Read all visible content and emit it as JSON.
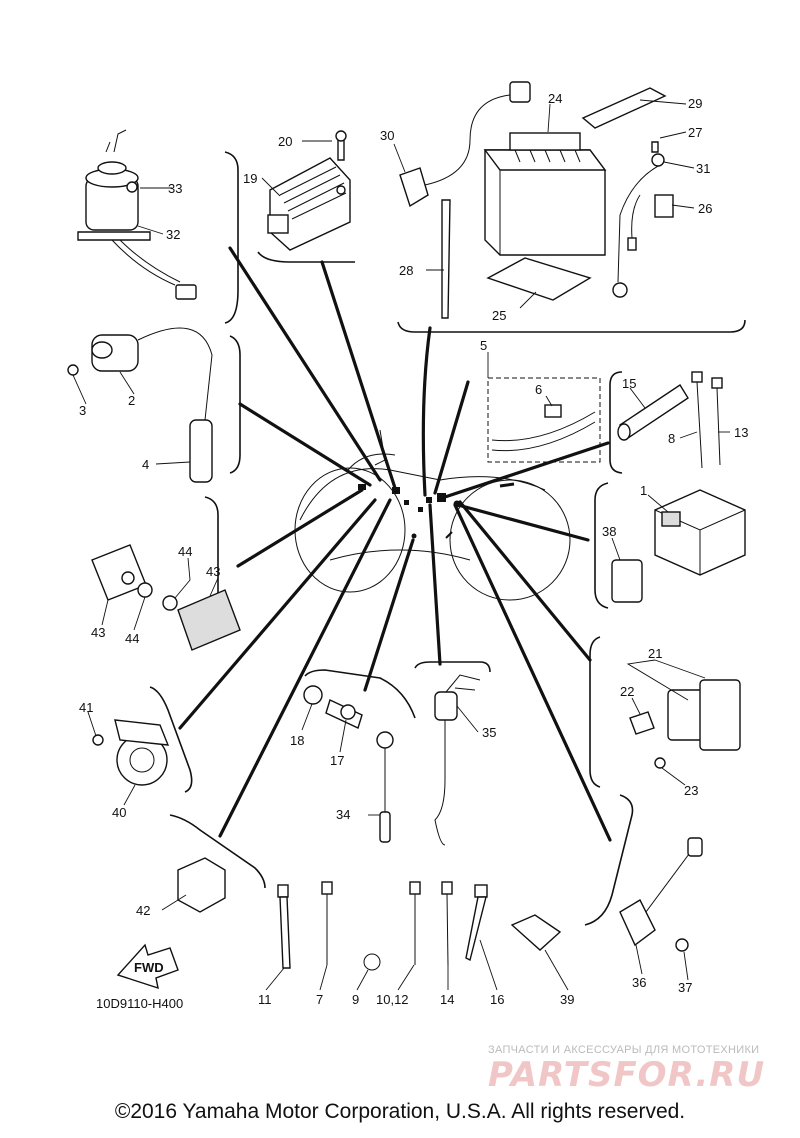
{
  "diagram": {
    "drawing_code": "10D9110-H400",
    "fwd_label": "FWD",
    "copyright": "©2016 Yamaha Motor Corporation, U.S.A. All rights reserved.",
    "watermark_tagline": "ЗАПЧАСТИ И АКСЕССУАРЫ ДЛЯ МОТОТЕХНИКИ",
    "watermark_logo": "PARTSFOR.RU",
    "callouts": {
      "c1": "1",
      "c2": "2",
      "c3": "3",
      "c4": "4",
      "c5": "5",
      "c6": "6",
      "c7": "7",
      "c8": "8",
      "c9": "9",
      "c10_12": "10,12",
      "c11": "11",
      "c13": "13",
      "c14": "14",
      "c15": "15",
      "c16": "16",
      "c17": "17",
      "c18": "18",
      "c19": "19",
      "c20": "20",
      "c21": "21",
      "c22": "22",
      "c23": "23",
      "c24": "24",
      "c25": "25",
      "c26": "26",
      "c27": "27",
      "c28": "28",
      "c29": "29",
      "c30": "30",
      "c31": "31",
      "c32": "32",
      "c33": "33",
      "c34": "34",
      "c35": "35",
      "c36": "36",
      "c37": "37",
      "c38": "38",
      "c39": "39",
      "c40": "40",
      "c41": "41",
      "c42": "42",
      "c43a": "43",
      "c43b": "43",
      "c44a": "44",
      "c44b": "44"
    }
  }
}
